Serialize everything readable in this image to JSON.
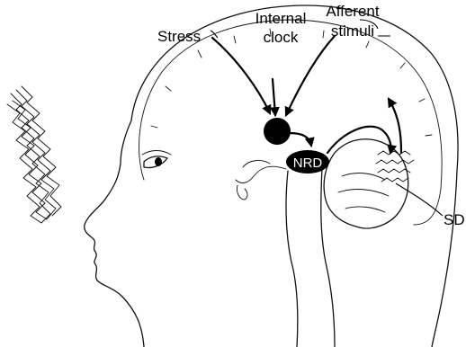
{
  "labels": {
    "stress": "Stress",
    "internal_clock_line1": "Internal",
    "internal_clock_line2": "clock",
    "afferent_stimuli_line1": "Afferent",
    "afferent_stimuli_line2": "stimuli",
    "nrd": "NRD",
    "sd": "SD"
  },
  "icons": {
    "zigzag": "zigzag-wave-icon",
    "arrow": "arrowhead-icon"
  },
  "colors": {
    "ink": "#000000",
    "background": "#ffffff"
  }
}
